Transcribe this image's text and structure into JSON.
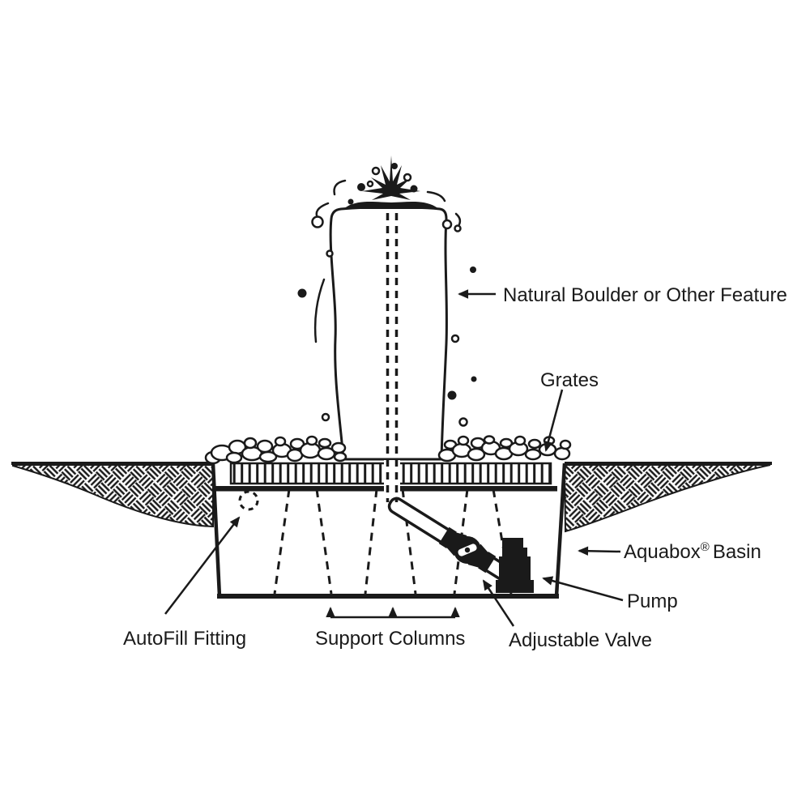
{
  "figure": {
    "kind": "cross-section installation diagram",
    "subject": "Boulder fountain on underground basin"
  },
  "colors": {
    "ink": "#1a1a1a",
    "background": "#ffffff"
  },
  "labels": {
    "boulder": "Natural Boulder or Other Feature",
    "grates": "Grates",
    "basin_brand": "Aquabox",
    "basin_registered": "®",
    "basin_word": "Basin",
    "pump": "Pump",
    "autofill": "AutoFill Fitting",
    "support_columns": "Support Columns",
    "adjustable_valve": "Adjustable Valve"
  }
}
